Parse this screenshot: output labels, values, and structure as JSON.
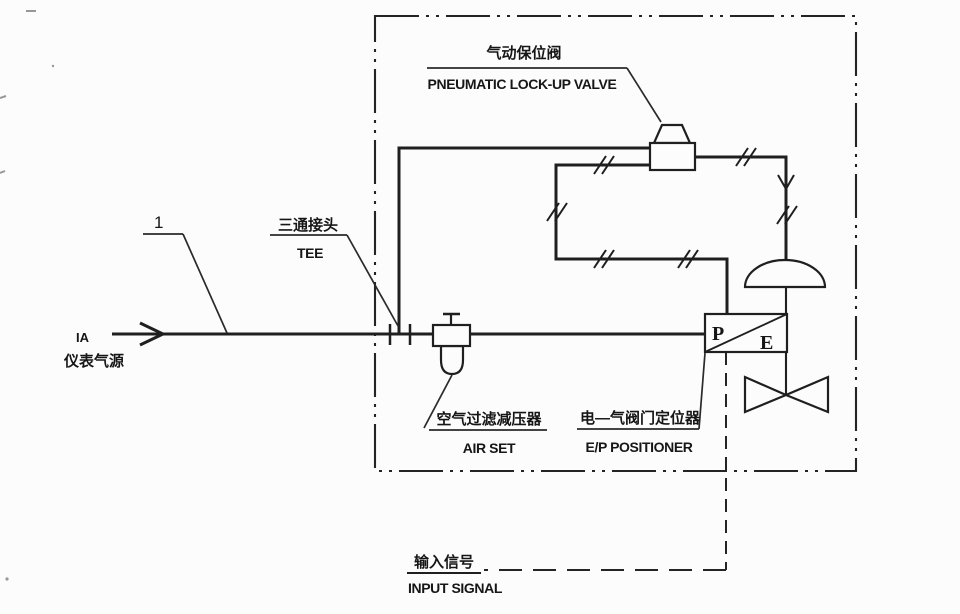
{
  "labels": {
    "callout_1": "1",
    "lockup_cn": "气动保位阀",
    "lockup_en": "PNEUMATIC LOCK-UP VALVE",
    "tee_cn": "三通接头",
    "tee_en": "TEE",
    "air_source_tag": "IA",
    "air_source_cn": "仪表气源",
    "air_set_cn": "空气过滤减压器",
    "air_set_en": "AIR SET",
    "positioner_cn": "电—气阀门定位器",
    "positioner_en": "E/P POSITIONER",
    "positioner_port_p": "P",
    "positioner_port_e": "E",
    "input_signal_cn": "输入信号",
    "input_signal_en": "INPUT SIGNAL"
  },
  "colors": {
    "ink": "#1f1f1f",
    "paper": "#fcfcfc"
  }
}
